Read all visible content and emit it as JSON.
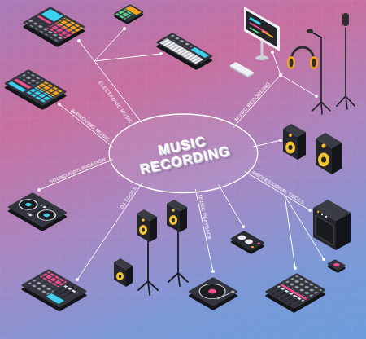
{
  "diagram": {
    "nodes": [
      {
        "text": [
          "MUSIC RECORDING"
        ]
      }
    ],
    "labels": [
      "ELECTRONIC MUSIC",
      "MUSIC RECORDING",
      "IMPROVING MUSIC",
      "SOUND AMPLIFICATION",
      "PROFESSIONAL TOOLS",
      "DJ TOOLS",
      "MUSIC PLAYBACK"
    ]
  }
}
